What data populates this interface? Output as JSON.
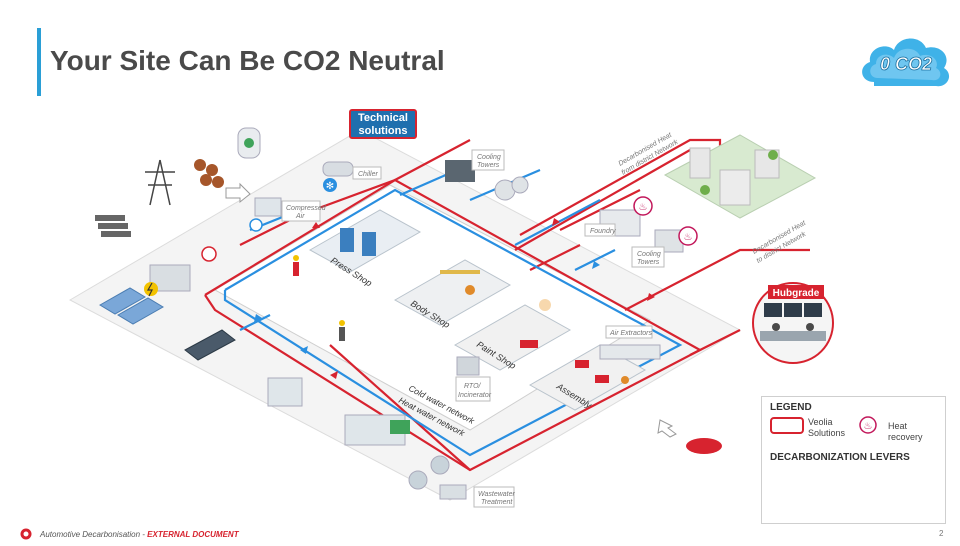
{
  "header": {
    "title": "Your Site Can Be CO2 Neutral",
    "badge": "0 CO2"
  },
  "technical_solutions": "Technical solutions",
  "shops": {
    "press": "Press Shop",
    "body": "Body Shop",
    "paint": "Paint Shop",
    "assembly": "Assembly"
  },
  "utilities": {
    "chiller": "Chiller",
    "compressed_air": "Compressed Air",
    "cooling_towers_top": "Cooling Towers",
    "foundry": "Foundry",
    "cooling_towers_right": "Cooling Towers",
    "air_extractors": "Air Extractors",
    "rto": "RTO/ Incinerator",
    "wastewater": "Wastewater Treatment"
  },
  "networks": {
    "cold": "Cold water network",
    "heat": "Heat water network",
    "heat_from": "Decarbonised Heat from district Network",
    "heat_to": "Decarbonised Heat to district Network"
  },
  "hubgrade": "Hubgrade",
  "legend": {
    "title": "LEGEND",
    "veolia": "Veolia Solutions",
    "heat_recovery": "Heat recovery",
    "levers": "DECARBONIZATION LEVERS"
  },
  "footer": {
    "text": "Automotive Decarbonisation - ",
    "external": "EXTERNAL DOCUMENT",
    "page": "2"
  },
  "colors": {
    "heat": "#d7232f",
    "cold": "#2a8fe0",
    "accent": "#2a9fd6"
  }
}
